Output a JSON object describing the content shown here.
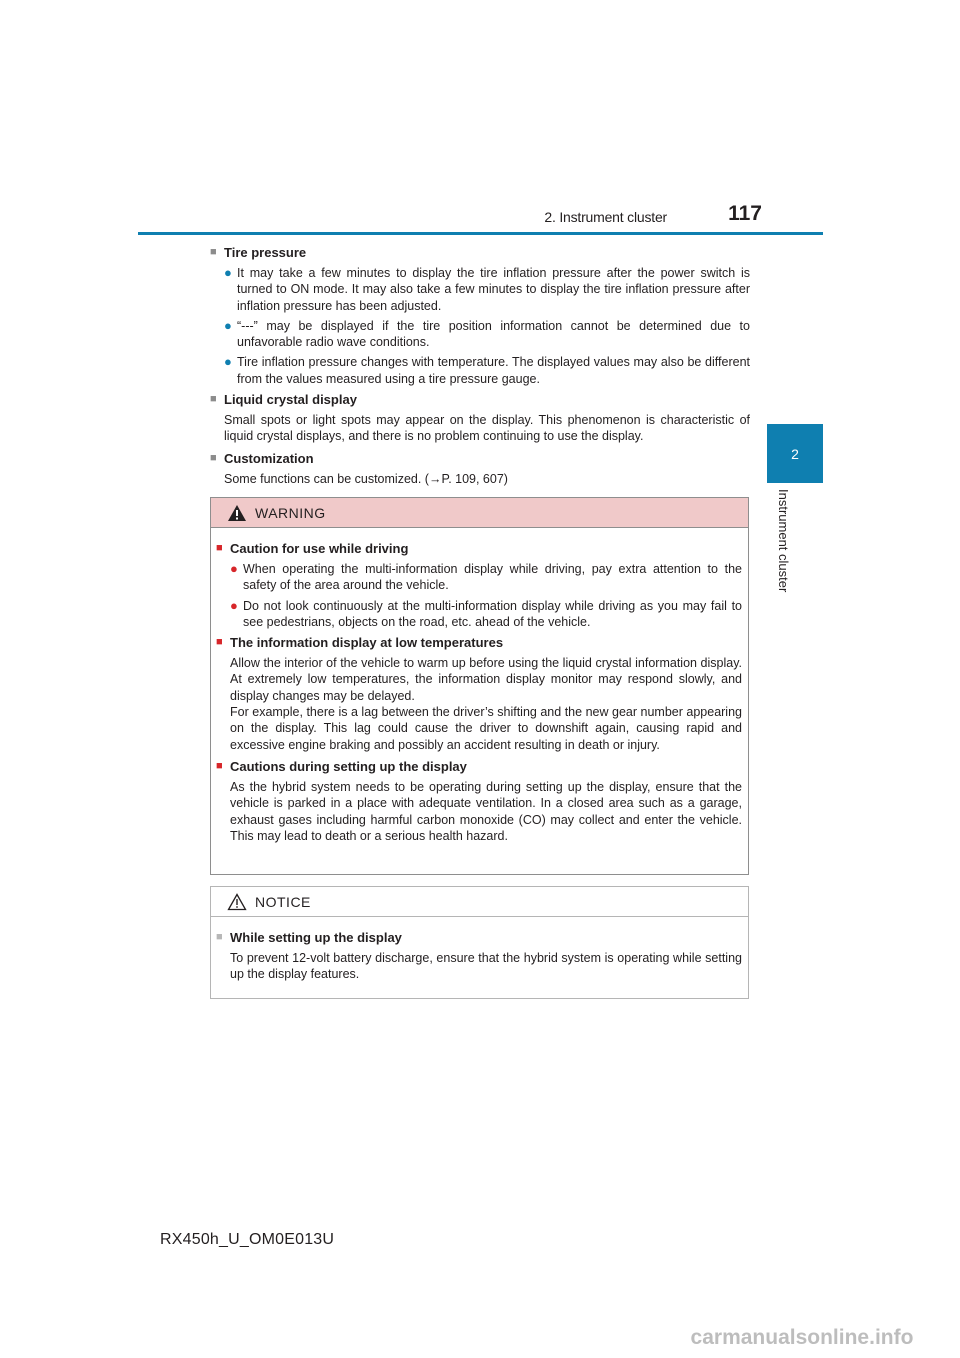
{
  "header": {
    "section": "2. Instrument cluster",
    "page_number": "117"
  },
  "side_tab": {
    "number": "2",
    "label": "Instrument cluster"
  },
  "sections": {
    "tire_pressure": {
      "title": "Tire pressure",
      "bullets": [
        "It may take a few minutes to display the tire inflation pressure after the power switch is turned to ON mode. It may also take a few minutes to display the tire inflation pressure after inflation pressure has been adjusted.",
        "“---” may be displayed if the tire position information cannot be determined due to unfavorable radio wave conditions.",
        "Tire inflation pressure changes with temperature. The displayed values may also be different from the values measured using a tire pressure gauge."
      ]
    },
    "lcd": {
      "title": "Liquid crystal display",
      "text": "Small spots or light spots may appear on the display. This phenomenon is characteristic of liquid crystal displays, and there is no problem continuing to use the display."
    },
    "customization": {
      "title": "Customization",
      "text": "Some functions can be customized. (→P. 109, 607)"
    }
  },
  "warning": {
    "title": "WARNING",
    "caution_driving": {
      "title": "Caution for use while driving",
      "bullets": [
        "When operating the multi-information display while driving, pay extra attention to the safety of the area around the vehicle.",
        "Do not look continuously at the multi-information display while driving as you may fail to see pedestrians, objects on the road, etc. ahead of the vehicle."
      ]
    },
    "low_temp": {
      "title": "The information display at low temperatures",
      "text1": "Allow the interior of the vehicle to warm up before using the liquid crystal information display. At extremely low temperatures, the information display monitor may respond slowly, and display changes may be delayed.",
      "text2": "For example, there is a lag between the driver’s shifting and the new gear number appearing on the display. This lag could cause the driver to downshift again, causing rapid and excessive engine braking and possibly an accident resulting in death or injury."
    },
    "setup": {
      "title": "Cautions during setting up the display",
      "text": "As the hybrid system needs to be operating during setting up the display, ensure that the vehicle is parked in a place with adequate ventilation. In a closed area such as a garage, exhaust gases including harmful carbon monoxide (CO) may collect and enter the vehicle. This may lead to death or a serious health hazard."
    }
  },
  "notice": {
    "title": "NOTICE",
    "setup": {
      "title": "While setting up the display",
      "text": "To prevent 12-volt battery discharge, ensure that the hybrid system is operating while setting up the display features."
    }
  },
  "footer": {
    "code": "RX450h_U_OM0E013U"
  },
  "watermark": {
    "text": "carmanualsonline.info"
  },
  "colors": {
    "accent": "#0f7fb0",
    "warning_header": "#f0c9c9",
    "warning_marker": "#d7262a"
  }
}
